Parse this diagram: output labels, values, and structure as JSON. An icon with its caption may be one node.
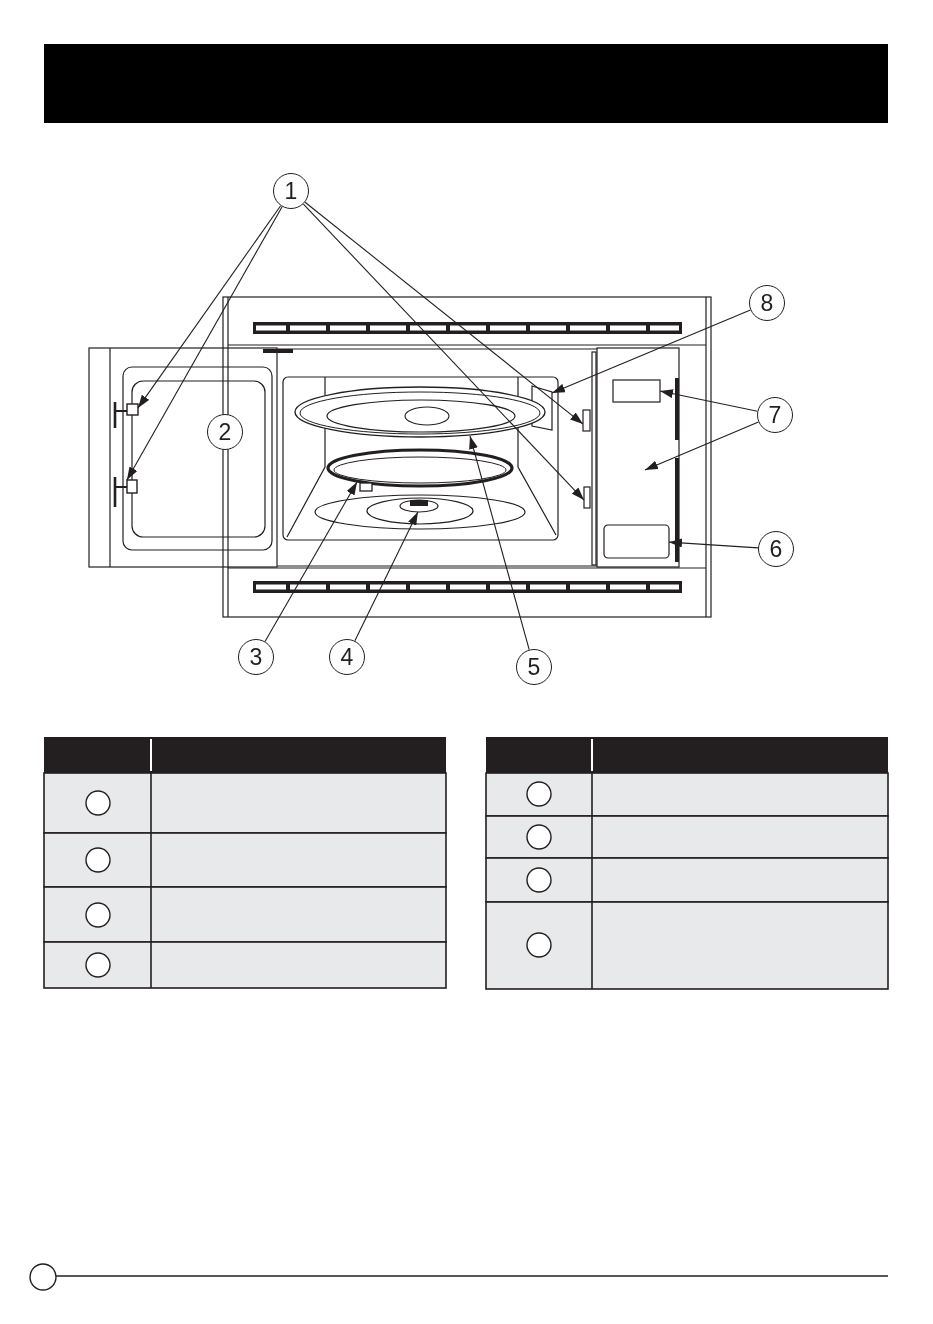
{
  "diagram": {
    "nodes": [
      {
        "text": [
          "1"
        ]
      },
      {
        "text": [
          "8"
        ]
      },
      {
        "text": [],
        "shape": "box"
      },
      {
        "text": [],
        "shape": "box",
        "in": 2
      },
      {
        "text": [],
        "shape": "box"
      },
      {
        "text": [],
        "shape": "picture"
      },
      {
        "text": [],
        "shape": "picture"
      },
      {
        "text": [],
        "shape": "box"
      },
      {
        "text": [
          "7"
        ]
      },
      {
        "text": [
          "2"
        ]
      },
      {
        "text": [],
        "shape": "picture"
      },
      {
        "text": [],
        "shape": "picture"
      },
      {
        "text": [],
        "shape": "box"
      },
      {
        "text": [],
        "shape": "picture"
      },
      {
        "text": [],
        "shape": "box",
        "in": 2
      },
      {
        "text": [
          "6"
        ]
      },
      {
        "text": [
          "3"
        ]
      },
      {
        "text": [
          "4"
        ]
      },
      {
        "text": [
          "5"
        ]
      },
      {
        "text": [],
        "shape": "circle"
      },
      {
        "text": [],
        "shape": "circle"
      },
      {
        "text": [],
        "shape": "circle"
      },
      {
        "text": [],
        "shape": "circle"
      },
      {
        "text": [],
        "shape": "circle"
      },
      {
        "text": [],
        "shape": "circle"
      },
      {
        "text": [],
        "shape": "circle"
      },
      {
        "text": [],
        "shape": "circle"
      },
      {
        "text": [],
        "shape": "circle"
      }
    ],
    "edges": [
      {
        "from": 0,
        "to": 6,
        "arrow": "to"
      },
      {
        "from": 0,
        "to": 11,
        "arrow": "to"
      },
      {
        "from": 0,
        "to": 7,
        "arrow": "to"
      },
      {
        "from": 0,
        "to": 12,
        "arrow": "to"
      },
      {
        "from": 1,
        "to": 4,
        "arrow": "to"
      },
      {
        "from": 8,
        "to": 3,
        "arrow": "to"
      },
      {
        "from": 8,
        "to": 2,
        "arrow": "to"
      },
      {
        "from": 15,
        "to": 14,
        "arrow": "to"
      },
      {
        "from": 16,
        "to": 10,
        "arrow": "to"
      },
      {
        "from": 17,
        "to": 13,
        "arrow": "to"
      },
      {
        "from": 18,
        "to": 5,
        "arrow": "to"
      }
    ]
  }
}
